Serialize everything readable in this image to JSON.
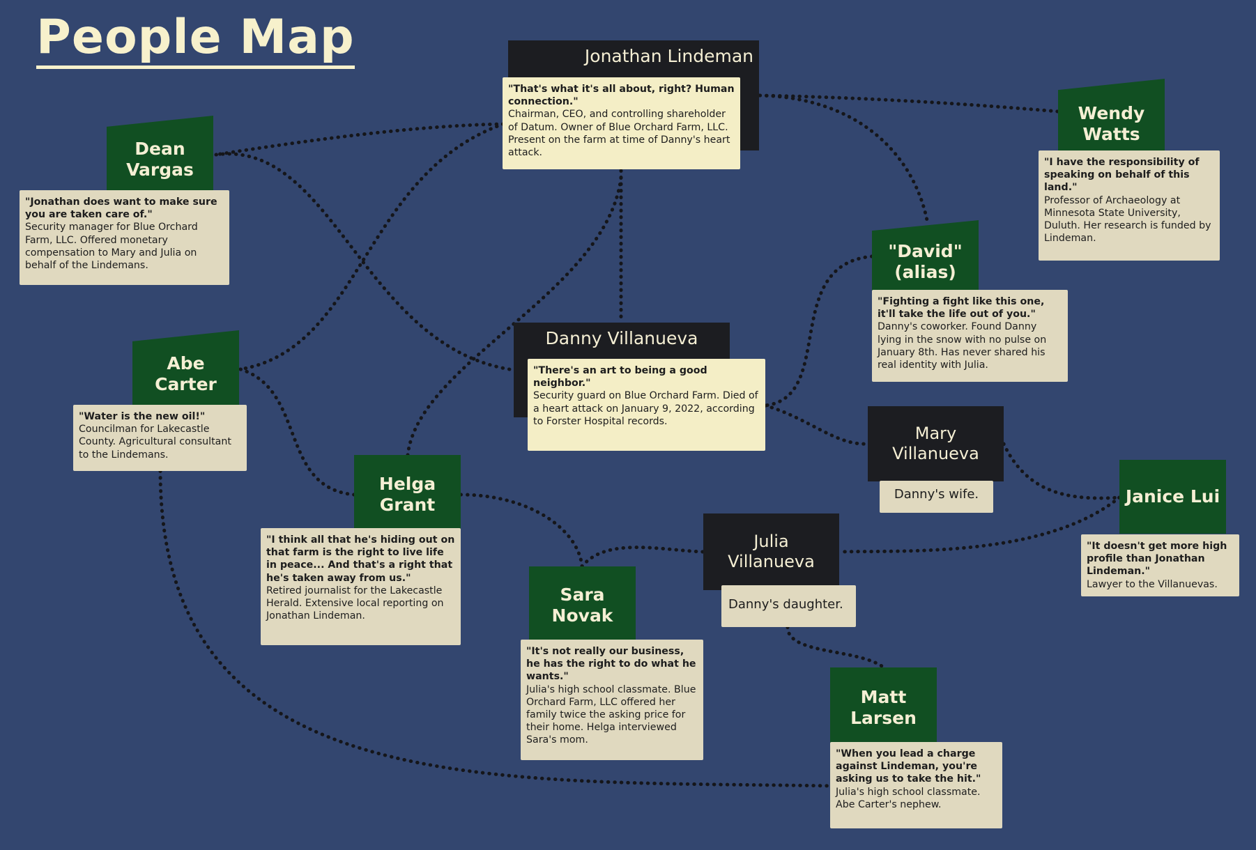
{
  "title": "People Map",
  "colors": {
    "background": "#33466f",
    "title": "#f7f1cc",
    "dark_box": "#1c1d21",
    "green_box": "#114f22",
    "cream_card": "#f4eec6",
    "beige_card": "#e0d9bf",
    "connector": "#15161a"
  },
  "people": [
    {
      "id": "jonathan",
      "name": "Jonathan Lindeman",
      "quote": "\"That's what it's all about, right? Human connection.\"",
      "desc": "Chairman, CEO, and controlling shareholder of Datum. Owner of Blue Orchard Farm, LLC. Present on the farm at time of Danny's heart attack."
    },
    {
      "id": "dean",
      "name": "Dean\nVargas",
      "quote": "\"Jonathan does want to make sure you are taken care of.\"",
      "desc": "Security manager for Blue Orchard Farm, LLC. Offered monetary compensation to Mary and Julia on behalf of the Lindemans."
    },
    {
      "id": "wendy",
      "name": "Wendy\nWatts",
      "quote": "\"I have the responsibility of speaking on behalf of this land.\"",
      "desc": "Professor of Archaeology at Minnesota State University, Duluth. Her research is funded by Lindeman."
    },
    {
      "id": "david",
      "name": "\"David\"\n(alias)",
      "quote": "\"Fighting a fight like this one, it'll take the life out of you.\"",
      "desc": "Danny's coworker. Found Danny lying in the snow with no pulse on January 8th. Has never shared his real identity with Julia."
    },
    {
      "id": "danny",
      "name": "Danny Villanueva",
      "quote": "\"There's an art to being a good neighbor.\"",
      "desc": "Security guard on Blue Orchard Farm. Died of a heart attack on January 9, 2022, according to Forster Hospital records."
    },
    {
      "id": "abe",
      "name": "Abe\nCarter",
      "quote": "\"Water is the new oil!\"",
      "desc": "Councilman for Lakecastle County. Agricultural consultant to the Lindemans."
    },
    {
      "id": "mary",
      "name": "Mary\nVillanueva",
      "quote": "",
      "desc": "Danny's wife."
    },
    {
      "id": "janice",
      "name": "Janice Lui",
      "quote": "\"It doesn't get more high profile than Jonathan Lindeman.\"",
      "desc": "Lawyer to the Villanuevas."
    },
    {
      "id": "helga",
      "name": "Helga\nGrant",
      "quote": "\"I think all that he's hiding out on that farm is the right to live life in peace... And that's a right that he's taken away from us.\"",
      "desc": "Retired journalist for the Lakecastle Herald. Extensive local reporting on Jonathan Lindeman."
    },
    {
      "id": "julia",
      "name": "Julia\nVillanueva",
      "quote": "",
      "desc": "Danny's daughter."
    },
    {
      "id": "sara",
      "name": "Sara\nNovak",
      "quote": "\"It's not really our business, he has the right to do what he wants.\"",
      "desc": "Julia's high school classmate. Blue Orchard Farm, LLC offered her family twice the asking price for their home. Helga interviewed Sara's mom."
    },
    {
      "id": "matt",
      "name": "Matt\nLarsen",
      "quote": "\"When you lead a charge against Lindeman, you're asking us to take the hit.\"",
      "desc": "Julia's high school classmate. Abe Carter's nephew."
    }
  ],
  "connections": [
    [
      "jonathan",
      "dean"
    ],
    [
      "jonathan",
      "abe"
    ],
    [
      "jonathan",
      "helga"
    ],
    [
      "jonathan",
      "danny"
    ],
    [
      "jonathan",
      "wendy"
    ],
    [
      "jonathan",
      "david"
    ],
    [
      "dean",
      "danny"
    ],
    [
      "abe",
      "helga"
    ],
    [
      "abe",
      "matt"
    ],
    [
      "david",
      "danny"
    ],
    [
      "danny",
      "mary"
    ],
    [
      "mary",
      "janice"
    ],
    [
      "janice",
      "julia"
    ],
    [
      "helga",
      "sara"
    ],
    [
      "sara",
      "julia"
    ],
    [
      "julia",
      "matt"
    ]
  ]
}
